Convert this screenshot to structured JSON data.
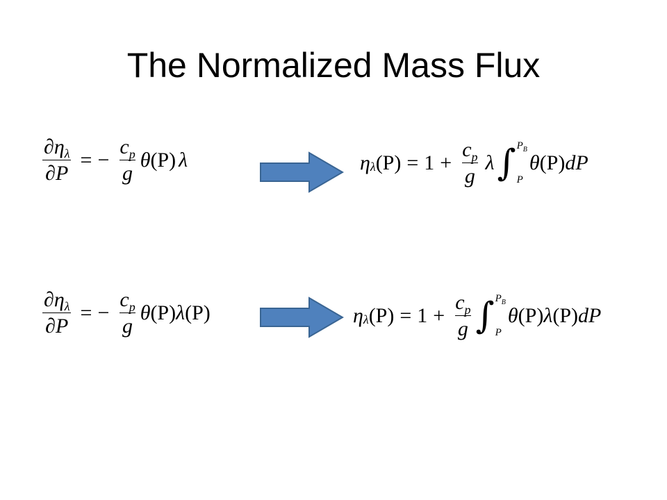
{
  "slide": {
    "title": "The Normalized Mass Flux"
  },
  "colors": {
    "arrow_fill": "#4f81bd",
    "arrow_stroke": "#3a6593"
  },
  "icons": {
    "arrow": "right-arrow-icon"
  },
  "eq1_left": {
    "d": "∂",
    "eta": "η",
    "lambda_sub": "λ",
    "dP": "∂P",
    "eq": "=",
    "minus": "−",
    "c": "c",
    "p": "p",
    "g": "g",
    "theta": "θ",
    "arg": "(P)",
    "lambda": "λ"
  },
  "eq1_right": {
    "eta": "η",
    "lambda_sub": "λ",
    "arg": "(P)",
    "eq": "=",
    "one": "1",
    "plus": "+",
    "c": "c",
    "p": "p",
    "g": "g",
    "lambda": "λ",
    "integral": "∫",
    "upper_p": "P",
    "upper_b": "B",
    "lower": "P",
    "theta": "θ",
    "arg2": "(P)",
    "dP": "dP"
  },
  "eq2_left": {
    "d": "∂",
    "eta": "η",
    "lambda_sub": "λ",
    "dP": "∂P",
    "eq": "=",
    "minus": "−",
    "c": "c",
    "p": "p",
    "g": "g",
    "theta": "θ",
    "arg": "(P)",
    "lambda": "λ",
    "arg2": "(P)"
  },
  "eq2_right": {
    "eta": "η",
    "lambda_sub": "λ",
    "arg": "(P)",
    "eq": "=",
    "one": "1",
    "plus": "+",
    "c": "c",
    "p": "p",
    "g": "g",
    "integral": "∫",
    "upper_p": "P",
    "upper_b": "B",
    "lower": "P",
    "theta": "θ",
    "arg2": "(P)",
    "lambda": "λ",
    "arg3": "(P)",
    "dP": "dP"
  }
}
